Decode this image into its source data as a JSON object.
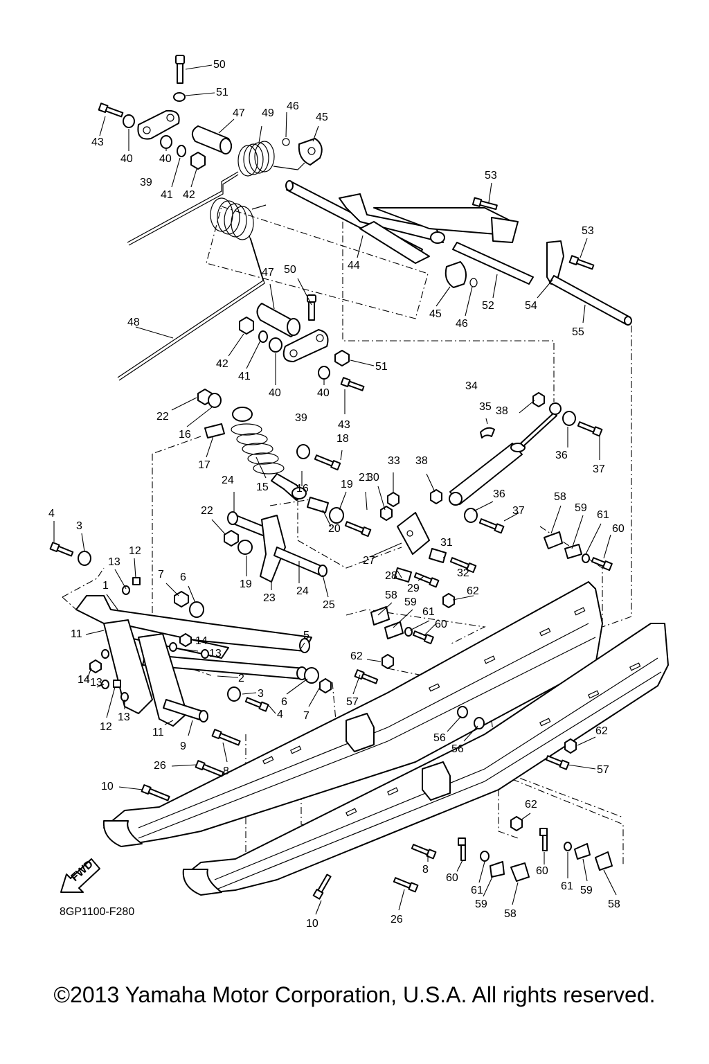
{
  "diagram_code": "8GP1100-F280",
  "fwd_label": "FWD",
  "copyright": "©2013 Yamaha Motor Corporation, U.S.A. All rights reserved.",
  "callouts": [
    "50",
    "51",
    "47",
    "49",
    "46",
    "45",
    "43",
    "40",
    "40",
    "39",
    "41",
    "42",
    "53",
    "53",
    "44",
    "45",
    "46",
    "52",
    "54",
    "55",
    "47",
    "50",
    "48",
    "42",
    "41",
    "40",
    "40",
    "39",
    "51",
    "43",
    "22",
    "16",
    "17",
    "18",
    "16",
    "15",
    "24",
    "22",
    "19",
    "20",
    "21",
    "23",
    "24",
    "25",
    "19",
    "34",
    "35",
    "38",
    "36",
    "37",
    "38",
    "33",
    "30",
    "36",
    "37",
    "27",
    "31",
    "32",
    "28",
    "29",
    "58",
    "59",
    "61",
    "60",
    "4",
    "3",
    "12",
    "13",
    "7",
    "6",
    "1",
    "11",
    "14",
    "13",
    "14",
    "13",
    "5",
    "2",
    "3",
    "6",
    "7",
    "4",
    "12",
    "13",
    "11",
    "9",
    "58",
    "59",
    "61",
    "60",
    "62",
    "62",
    "57",
    "56",
    "56",
    "62",
    "57",
    "26",
    "8",
    "10",
    "62",
    "60",
    "61",
    "59",
    "58",
    "60",
    "61",
    "59",
    "58",
    "8",
    "26",
    "10"
  ]
}
